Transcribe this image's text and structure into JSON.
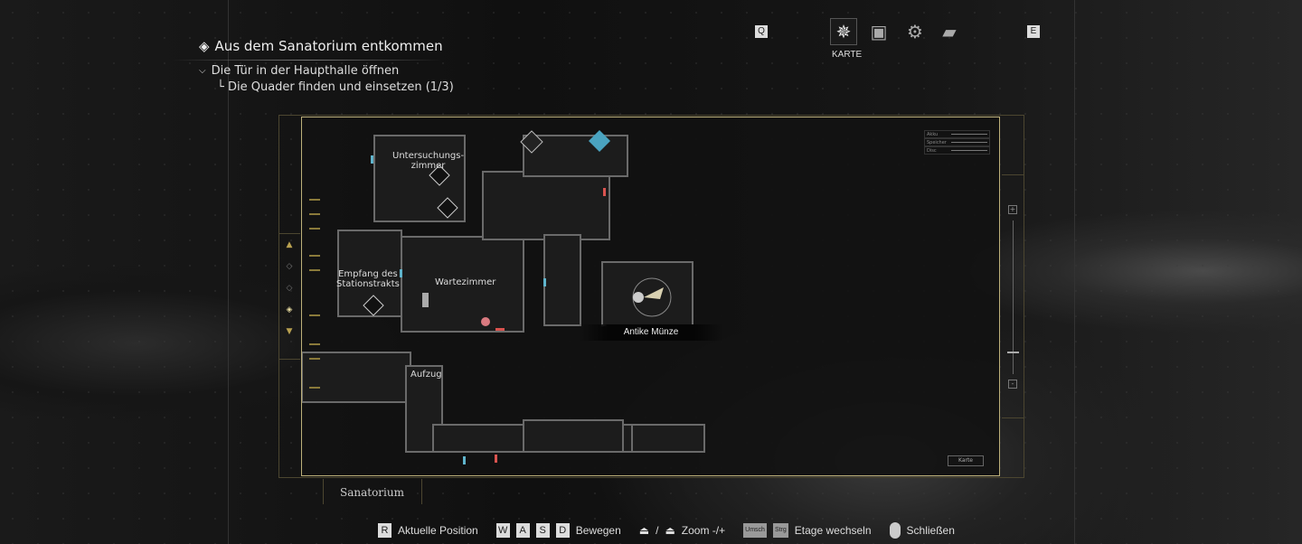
{
  "objectives": {
    "main": "Aus dem Sanatorium entkommen",
    "sub": "Die Tür in der Haupthalle öffnen",
    "task": "Die Quader finden und einsetzen (1/3)"
  },
  "tabs": {
    "prev_key": "Q",
    "next_key": "E",
    "active_label": "KARTE",
    "items": [
      "map-compass",
      "inventory-bag",
      "settings-gears",
      "files-folder"
    ]
  },
  "map": {
    "floor_name": "Sanatorium",
    "rooms": [
      "Untersuchungs-\nzimmer",
      "Empfang des\nStationstrakts",
      "Wartezimmer",
      "Aufzug"
    ],
    "item_tooltip": "Antike Münze",
    "status": [
      {
        "label": "Akku"
      },
      {
        "label": "Speicher"
      },
      {
        "label": "Disc"
      }
    ],
    "map_button": "Karte",
    "zoom_level": 0.15,
    "colors": {
      "frame": "#bdb07a",
      "door_unlocked": "#5fb4cc",
      "door_locked": "#d9534f",
      "objective": "#4aa3c0"
    }
  },
  "controls": [
    {
      "key": "R",
      "label": "Aktuelle Position"
    },
    {
      "keys": [
        "W",
        "A",
        "S",
        "D"
      ],
      "label": "Bewegen"
    },
    {
      "label": "Zoom -/+",
      "sep": "/"
    },
    {
      "keys": [
        "Umsch",
        "Strg"
      ],
      "label": "Etage wechseln"
    },
    {
      "label": "Schließen"
    }
  ]
}
